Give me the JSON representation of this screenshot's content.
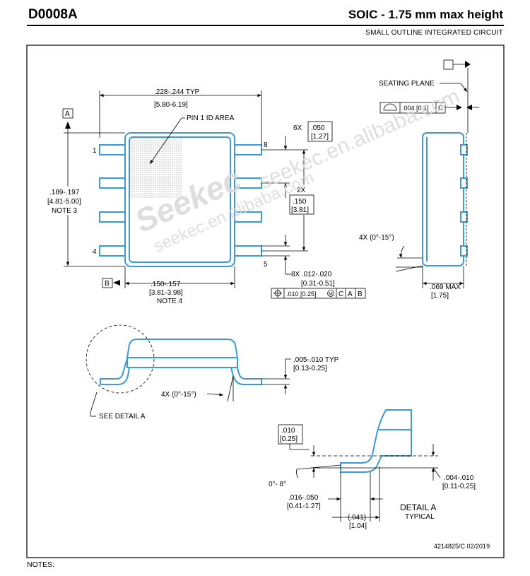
{
  "header": {
    "code": "D0008A",
    "title": "SOIC - 1.75 mm max height",
    "subtitle": "SMALL OUTLINE INTEGRATED CIRCUIT"
  },
  "watermark": {
    "brand": "Seekec",
    "url1": "seekec.en.alibaba.com",
    "url2": "seekec.en.alibaba.com"
  },
  "top_view": {
    "datum_a": "A",
    "datum_b": "B",
    "datum_c": "C",
    "width_dim": ".228-.244  TYP",
    "width_dim_mm": "[5.80-6.19]",
    "pin1_label": "PIN 1 ID AREA",
    "pin_1": "1",
    "pin_4": "4",
    "pin_5": "5",
    "pin_8": "8",
    "length_dim": ".189-.197",
    "length_dim_mm": "[4.81-5.00]",
    "length_note": "NOTE 3",
    "pitch_count": "6X",
    "pitch": ".050",
    "pitch_mm": "[1.27]",
    "span_count": "2X",
    "span": ".150",
    "span_mm": "[3.81]",
    "body_width": ".150-.157",
    "body_width_mm": "[3.81-3.98]",
    "body_note": "NOTE 4",
    "lead_width_count": "8X .012-.020",
    "lead_width_mm": "[0.31-0.51]",
    "fcf_position": ".010 [0.25]",
    "fcf_ref1": "C",
    "fcf_ref2": "A",
    "fcf_ref3": "B"
  },
  "side_view": {
    "seating_plane": "SEATING PLANE",
    "flatness": ".004 [0.1]",
    "flatness_ref": "C",
    "angle": "4X (0°-15°)",
    "height": ".069 MAX",
    "height_mm": "[1.75]"
  },
  "end_view": {
    "thickness": ".005-.010  TYP",
    "thickness_mm": "[0.13-0.25]",
    "angle": "4X (0°-15°)",
    "detail_ref": "SEE DETAIL A"
  },
  "detail_a": {
    "gauge": ".010",
    "gauge_mm": "[0.25]",
    "angle": "0°- 8°",
    "standoff": ".004-.010",
    "standoff_mm": "[0.11-0.25]",
    "foot": ".016-.050",
    "foot_mm": "[0.41-1.27]",
    "foot_ref": "(.041)",
    "foot_ref_mm": "[1.04]",
    "title": "DETAIL A",
    "subtitle": "TYPICAL"
  },
  "footer": {
    "drawing_id": "4214825/C   02/2019",
    "notes_label": "NOTES:"
  }
}
